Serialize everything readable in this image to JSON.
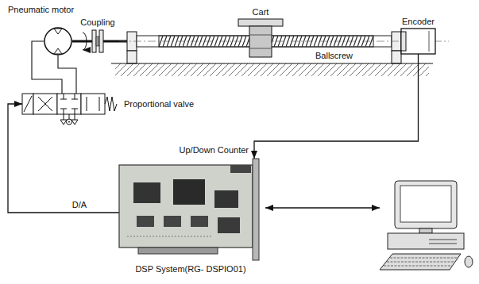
{
  "diagram": {
    "nodes": [
      {
        "text": [
          "Pneumatic motor"
        ]
      },
      {
        "text": [
          "Cart"
        ]
      },
      {
        "text": [
          "Encoder"
        ]
      },
      {
        "text": [
          "Proportional valve"
        ]
      },
      {
        "text": [
          "DSP System(RG- DSPIO01)"
        ]
      }
    ],
    "edges": [
      {
        "from": 3,
        "to": 0,
        "arrow": "none"
      },
      {
        "from": 3,
        "to": 0,
        "arrow": "none"
      },
      {
        "from": 2,
        "to": 4,
        "label": "Up/Down Counter",
        "arrow": "to"
      },
      {
        "from": 4,
        "to": 3,
        "label": "D/A",
        "arrow": "to"
      }
    ],
    "labels": [
      "Coupling",
      "Ballscrew"
    ]
  }
}
